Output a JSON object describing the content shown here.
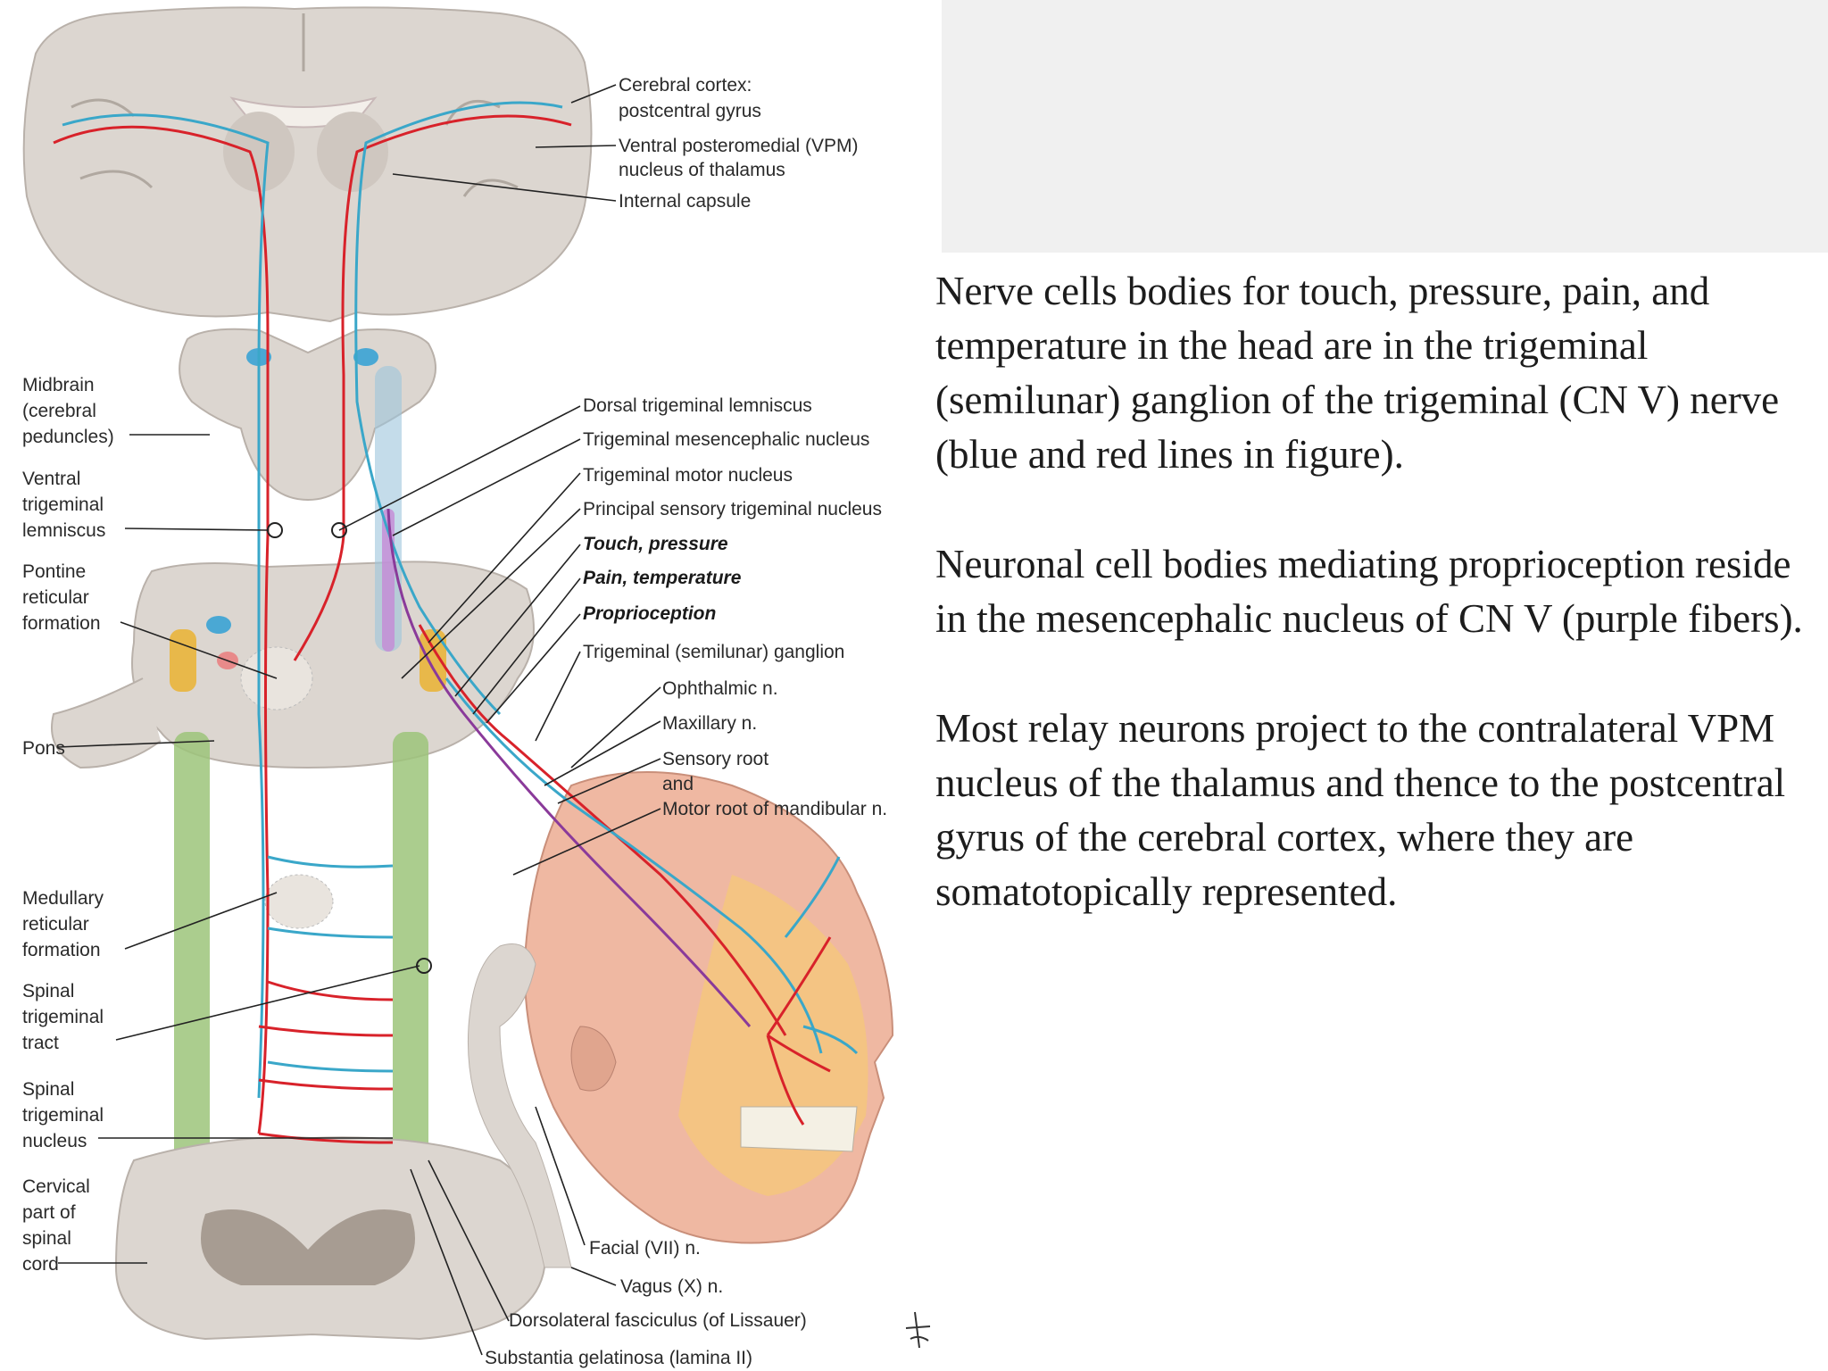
{
  "labels": {
    "cortex": [
      "Cerebral cortex:",
      "postcentral gyrus"
    ],
    "vpm": [
      "Ventral posteromedial (VPM)",
      "nucleus of thalamus"
    ],
    "internal_capsule": "Internal capsule",
    "midbrain": [
      "Midbrain",
      "(cerebral",
      "peduncles)"
    ],
    "ventral_lemniscus": [
      "Ventral",
      "trigeminal",
      "lemniscus"
    ],
    "pontine_reticular": [
      "Pontine",
      "reticular",
      "formation"
    ],
    "pons": "Pons",
    "medullary_reticular": [
      "Medullary",
      "reticular",
      "formation"
    ],
    "spinal_tract": [
      "Spinal",
      "trigeminal",
      "tract"
    ],
    "spinal_nucleus": [
      "Spinal",
      "trigeminal",
      "nucleus"
    ],
    "cervical": [
      "Cervical",
      "part of",
      "spinal",
      "cord"
    ],
    "dorsal_lemniscus": "Dorsal trigeminal lemniscus",
    "mesencephalic": "Trigeminal mesencephalic nucleus",
    "motor_nucleus": "Trigeminal motor nucleus",
    "principal_sensory": "Principal sensory trigeminal nucleus",
    "touch": "Touch, pressure",
    "pain": "Pain, temperature",
    "proprioception": "Proprioception",
    "ganglion": "Trigeminal (semilunar) ganglion",
    "ophthalmic": "Ophthalmic n.",
    "maxillary": "Maxillary n.",
    "sensory_root": [
      "Sensory root",
      "and",
      "Motor root of mandibular n."
    ],
    "facial": "Facial (VII) n.",
    "vagus": "Vagus (X) n.",
    "lissauer": "Dorsolateral fasciculus (of Lissauer)",
    "gelatinosa": "Substantia gelatinosa (lamina II)"
  },
  "paragraphs": [
    "Nerve cells bodies for touch, pressure, pain, and temperature in the head are in the trigeminal (semilunar) ganglion of the trigeminal (CN V) nerve (blue and red lines in figure).",
    "Neuronal cell bodies mediating proprioception reside in the mesencephalic nucleus of CN V (purple fibers).",
    "Most relay neurons project to the contralateral VPM nucleus of the thalamus and thence to the postcentral gyrus of the cerebral cortex, where they are somatotopically represented."
  ],
  "colors": {
    "touch_pressure": "#3aa7c9",
    "pain_temperature": "#d8222a",
    "proprioception": "#8a3a9a",
    "tract": "#9cc47a"
  }
}
